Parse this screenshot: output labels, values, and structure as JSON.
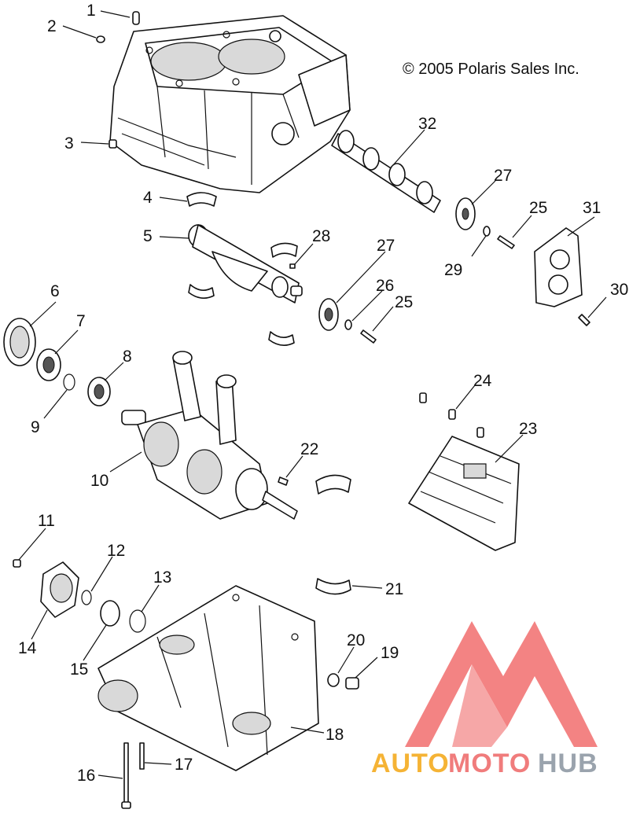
{
  "copyright": "© 2005 Polaris Sales Inc.",
  "watermark": {
    "part1": "AUTO",
    "part2": "MOTO",
    "part3": "HUB",
    "colors": {
      "auto": "#f5b335",
      "moto": "#f07c7c",
      "hub": "#9aa3ad",
      "logo": "#f05a5a"
    }
  },
  "callouts": [
    "1",
    "2",
    "3",
    "4",
    "5",
    "6",
    "7",
    "8",
    "9",
    "10",
    "11",
    "12",
    "13",
    "14",
    "15",
    "16",
    "17",
    "18",
    "19",
    "20",
    "21",
    "22",
    "23",
    "24",
    "25",
    "25",
    "26",
    "27",
    "27",
    "28",
    "29",
    "30",
    "31",
    "32"
  ]
}
